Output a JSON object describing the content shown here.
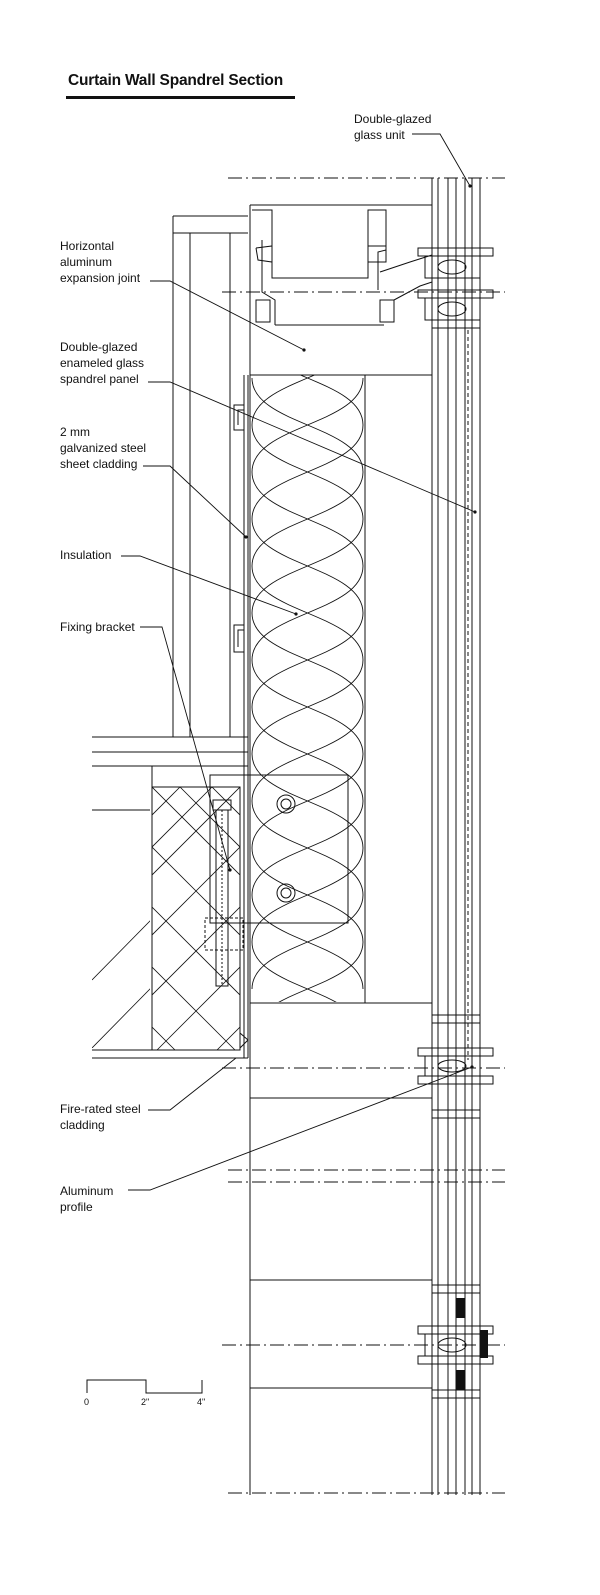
{
  "title": "Curtain Wall Spandrel Section",
  "labels": {
    "glass_unit": "Double-glazed\nglass unit",
    "expansion_joint": "Horizontal\naluminum\nexpansion joint",
    "spandrel_panel": "Double-glazed\nenameled glass\nspandrel panel",
    "steel_sheet": "2 mm\ngalvanized steel\nsheet cladding",
    "insulation": "Insulation",
    "fixing_bracket": "Fixing bracket",
    "fire_rated": "Fire-rated steel\ncladding",
    "aluminum_profile": "Aluminum\nprofile"
  },
  "scale_bar": {
    "ticks": [
      "0",
      "2\"",
      "4\""
    ]
  }
}
